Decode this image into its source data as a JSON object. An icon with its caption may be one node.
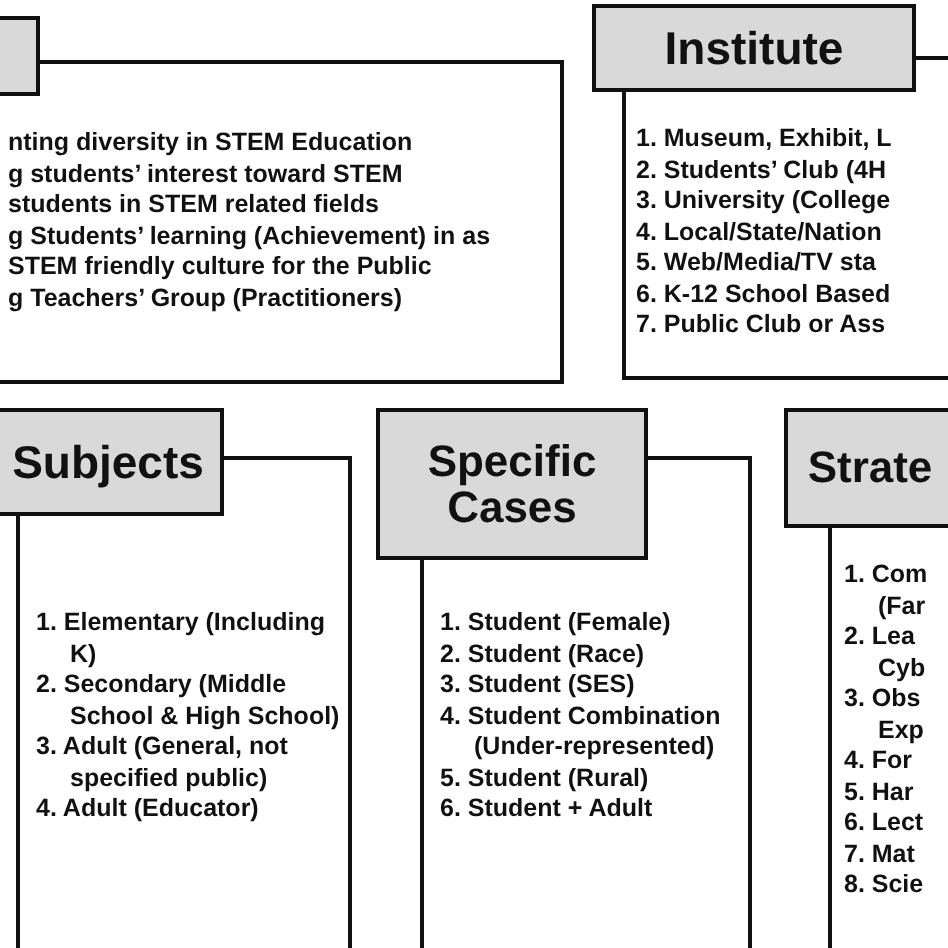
{
  "diagram": {
    "nodes": [
      {
        "text": [
          "nting diversity in STEM Education",
          "g students’ interest toward STEM",
          "students in STEM related fields",
          "g Students’ learning (Achievement) in as",
          "STEM friendly culture for the Public",
          "g Teachers’ Group (Practitioners)"
        ]
      },
      {
        "text": [
          "Institute",
          "1. Museum, Exhibit, L",
          "2. Students’ Club (4H",
          "3. University (College",
          "4. Local/State/Nation",
          "5. Web/Media/TV sta",
          "6. K-12 School Based",
          "7. Public Club or Ass"
        ]
      },
      {
        "text": [
          "Subjects",
          "1. Elementary (Including K)",
          "2. Secondary (Middle School & High School)",
          "3. Adult (General, not specified public)",
          "4. Adult (Educator)"
        ]
      },
      {
        "text": [
          "Specific Cases",
          "1. Student (Female)",
          "2. Student (Race)",
          "3. Student (SES)",
          "4. Student Combination (Under-represented)",
          "5. Student (Rural)",
          "6. Student + Adult"
        ]
      },
      {
        "text": [
          "Strate",
          "1. Com (Far",
          "2. Lea Cyb",
          "3. Obs Exp",
          "4. For",
          "5. Har",
          "6. Lect",
          "7. Mat",
          "8. Scie"
        ]
      }
    ]
  }
}
